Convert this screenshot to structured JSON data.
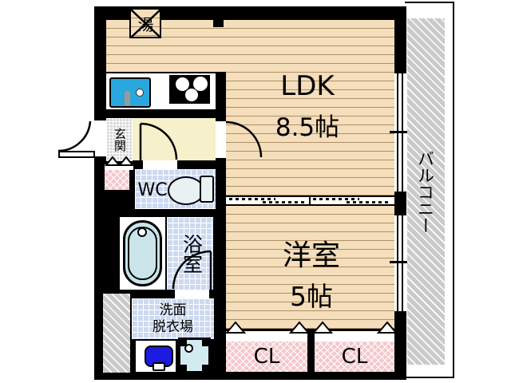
{
  "plan": {
    "title": "apartment-floor-plan",
    "ldk": {
      "label": "LDK",
      "area": "8.5帖"
    },
    "western_room": {
      "label": "洋室",
      "area": "5帖"
    },
    "balcony": {
      "label": "バルコニー"
    },
    "toilet": {
      "label": "WC"
    },
    "bathroom": {
      "label": "浴室"
    },
    "washroom": {
      "label_line1": "洗面",
      "label_line2": "脱衣場"
    },
    "entrance": {
      "label": "玄関"
    },
    "closet_left": {
      "label": "CL"
    },
    "closet_right": {
      "label": "CL"
    },
    "water_heater": {
      "label": "湯"
    }
  },
  "colors": {
    "wall": "#000000",
    "wood_floor": "#f5debb",
    "tile_blue": "#ccd9f1",
    "closet_pink": "#f4c8cc",
    "hallway_cream": "#f6f1cb",
    "balcony_gray": "#cacaca",
    "sink_blue": "#2aa7dd",
    "basin_blue": "#1c1ce0",
    "tub_blue": "#c9e5ea",
    "washer_pan_blue": "#d3eaf0"
  }
}
